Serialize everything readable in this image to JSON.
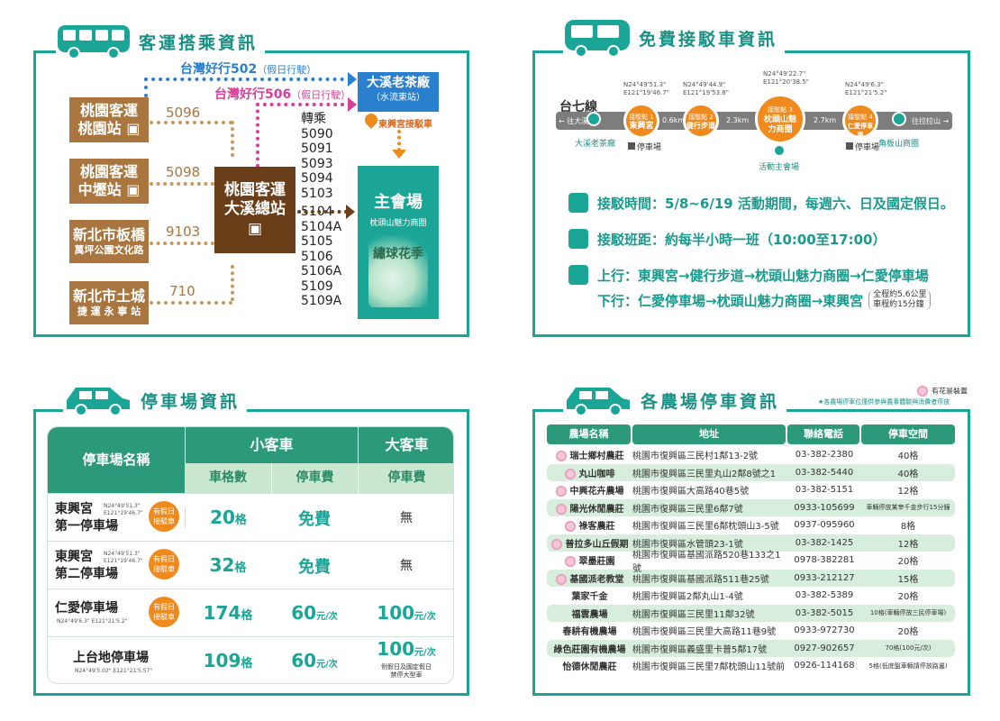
{
  "panel1": {
    "title": "客運搭乘資訊",
    "route502": "台灣好行502",
    "route502_note": "（假日行駛）",
    "route506": "台灣好行506",
    "route506_note": "（假日行駛）",
    "stations": [
      {
        "line1": "桃園客運",
        "line2": "桃園站",
        "route": "5096"
      },
      {
        "line1": "桃園客運",
        "line2": "中壢站",
        "route": "5098"
      },
      {
        "line1": "新北市板橋",
        "line2": "萬坪公園文化路",
        "route": "9103"
      },
      {
        "line1": "新北市土城",
        "line2": "捷 運 永 寧 站",
        "route": "710"
      }
    ],
    "hub_line1": "桃園客運",
    "hub_line2": "大溪總站",
    "transfer_label": "轉乘",
    "transfer_routes": [
      "5090",
      "5091",
      "5093",
      "5094",
      "5103",
      "5104",
      "5104A",
      "5105",
      "5106",
      "5106A",
      "5109",
      "5109A"
    ],
    "teafactory_line1": "大溪老茶廠",
    "teafactory_line2": "（水流東站）",
    "shuttle_label": "東興宮接駁車",
    "main_venue": "主會場",
    "main_venue_sub": "枕頭山魅力商圈",
    "poster_text": "繡球花季"
  },
  "panel2": {
    "title": "免費接駁車資訊",
    "line_name": "台七線",
    "left_arrow": "← 往大溪",
    "right_arrow": "往拉拉山 →",
    "stops": [
      {
        "coord1": "N24°49'51.3\"",
        "coord2": "E121°19'46.7\"",
        "badge": "接駁點 1",
        "name": "東興宮"
      },
      {
        "coord1": "N24°49'44.9\"",
        "coord2": "E121°19'53.8\"",
        "badge": "接駁點 2",
        "name": "健行步道"
      },
      {
        "coord1": "N24°49'22.7\"",
        "coord2": "E121°20'38.5\"",
        "badge": "接駁點 3",
        "name": "枕頭山魅力商圈"
      },
      {
        "coord1": "N24°49'6.3\"",
        "coord2": "E121°21'5.2\"",
        "badge": "接駁點 4",
        "name": "仁愛停車場"
      }
    ],
    "distances": [
      "0.6km",
      "2.3km",
      "2.7km"
    ],
    "below_labels": [
      "大溪老茶廠",
      "停車場",
      "活動主會場",
      "停車場",
      "角板山商圈"
    ],
    "info1": "接駁時間：5/8~6/19 活動期間，每週六、日及國定假日。",
    "info2": "接駁班距：約每半小時一班（10:00至17:00）",
    "info3a": "上行：東興宮→健行步道→枕頭山魅力商圈→仁愛停車場",
    "info3b": "下行：仁愛停車場→枕頭山魅力商圈→東興宮",
    "total_distance": "全程約5.6公里",
    "total_time": "車程約15分鐘"
  },
  "panel3": {
    "title": "停車場資訊",
    "col_name": "停車場名稱",
    "col_small": "小客車",
    "col_big": "大客車",
    "col_spaces": "車格數",
    "col_fee": "停車費",
    "col_fee2": "停車費",
    "shuttle_badge1": "有假日",
    "shuttle_badge2": "接駁車",
    "rows": [
      {
        "name1": "東興宮",
        "name2": "第一停車場",
        "coord1": "N24°49'51.3\"",
        "coord2": "E121°19'46.7\"",
        "spaces": "20",
        "unit": "格",
        "fee": "免費",
        "fee_unit": "",
        "big": "無",
        "big_unit": "",
        "big_note1": "",
        "big_note2": "",
        "badge": true
      },
      {
        "name1": "東興宮",
        "name2": "第二停車場",
        "coord1": "N24°49'51.3\"",
        "coord2": "E121°19'46.7\"",
        "spaces": "32",
        "unit": "格",
        "fee": "免費",
        "fee_unit": "",
        "big": "無",
        "big_unit": "",
        "big_note1": "",
        "big_note2": "",
        "badge": true
      },
      {
        "name1": "仁愛停車場",
        "name2": "",
        "coord1": "N24°49'6.3\" E121°21'5.2\"",
        "coord2": "",
        "spaces": "174",
        "unit": "格",
        "fee": "60",
        "fee_unit": "元/次",
        "big": "100",
        "big_unit": "元/次",
        "big_note1": "",
        "big_note2": "",
        "badge": true
      },
      {
        "name1": "上台地停車場",
        "name2": "",
        "coord1": "N24°49'5.02\" E121°21'5.57\"",
        "coord2": "",
        "spaces": "109",
        "unit": "格",
        "fee": "60",
        "fee_unit": "元/次",
        "big": "100",
        "big_unit": "元/次",
        "big_note1": "例假日及國定假日",
        "big_note2": "禁停大型車",
        "badge": false
      }
    ]
  },
  "panel4": {
    "title": "各農場停車資訊",
    "legend": "有花景裝置",
    "note": "★各農場停車位僅供參與農事體驗與消費者停放",
    "headers": [
      "農場名稱",
      "地址",
      "聯絡電話",
      "停車空間"
    ],
    "rows": [
      {
        "name": "瑞士鄉村農莊",
        "addr": "桃園市復興區三民村1鄰13-2號",
        "tel": "03-382-2380",
        "space": "40格",
        "flower": true
      },
      {
        "name": "丸山咖啡",
        "addr": "桃園市復興區三民里丸山2鄰8號之1",
        "tel": "03-382-5440",
        "space": "40格",
        "flower": true
      },
      {
        "name": "中興花卉農場",
        "addr": "桃園市復興區大高路40巷5號",
        "tel": "03-382-5151",
        "space": "12格",
        "flower": true
      },
      {
        "name": "陽光休閒農莊",
        "addr": "桃園市復興區三民里6鄰7號",
        "tel": "0933-105699",
        "space": "車輛停放某宰千金步行15分鐘",
        "flower": true
      },
      {
        "name": "祿客農莊",
        "addr": "桃園市復興區三民里6鄰枕頭山3-5號",
        "tel": "0937-095960",
        "space": "8格",
        "flower": true
      },
      {
        "name": "普拉多山丘假期",
        "addr": "桃園市復興區水管頭23-1號",
        "tel": "03-382-1425",
        "space": "12格",
        "flower": true
      },
      {
        "name": "翠墨莊園",
        "addr": "桃園市復興區基國派路520巷133之1號",
        "tel": "0978-382281",
        "space": "20格",
        "flower": true
      },
      {
        "name": "基國派老教堂",
        "addr": "桃園市復興區基國派路511巷25號",
        "tel": "0933-212127",
        "space": "15格",
        "flower": true
      },
      {
        "name": "葉家千金",
        "addr": "桃園市復興區2鄰丸山1-4號",
        "tel": "03-382-5389",
        "space": "20格",
        "flower": false
      },
      {
        "name": "福雲農場",
        "addr": "桃園市復興區三民里11鄰32號",
        "tel": "03-382-5015",
        "space": "10格(車輛停放三民停車場)",
        "flower": false
      },
      {
        "name": "春耕有機農場",
        "addr": "桃園市復興區三民里大高路11巷9號",
        "tel": "0933-972730",
        "space": "20格",
        "flower": false
      },
      {
        "name": "綠色莊園有機農場",
        "addr": "桃園市復興區義盛里卡普5鄰17號",
        "tel": "0927-902657",
        "space": "70格(100元/次)",
        "flower": false
      },
      {
        "name": "怡德休閒農莊",
        "addr": "桃園市復興區三民里7鄰枕頭山11號前",
        "tel": "0926-114168",
        "space": "5格(低底盤車輛請停放路邊)",
        "flower": false
      }
    ]
  }
}
